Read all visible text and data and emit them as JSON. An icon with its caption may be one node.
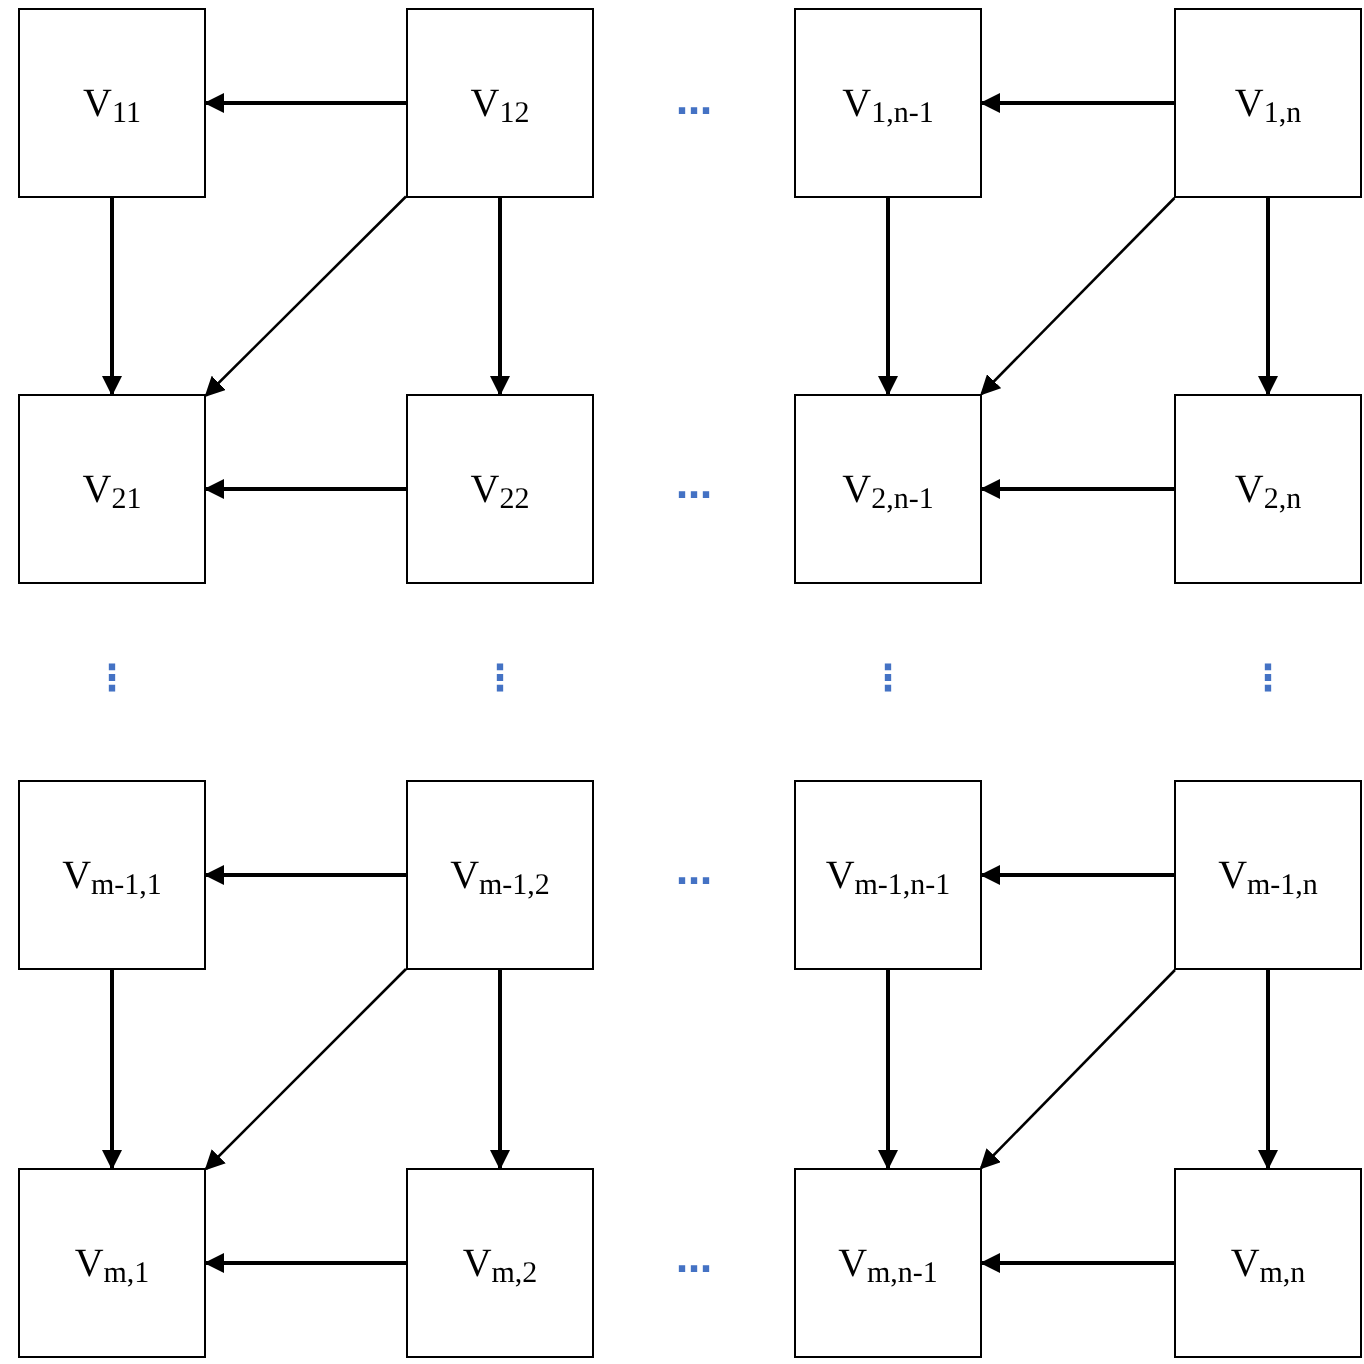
{
  "diagram": {
    "nodes": [
      {
        "text": [
          "V$_{11}$"
        ]
      },
      {
        "text": [
          "V$_{12}$"
        ]
      },
      {
        "text": [
          "V$_{1,n-1}$"
        ]
      },
      {
        "text": [
          "V$_{1,n}$"
        ]
      },
      {
        "text": [
          "V$_{21}$"
        ]
      },
      {
        "text": [
          "V$_{22}$"
        ]
      },
      {
        "text": [
          "V$_{2,n-1}$"
        ]
      },
      {
        "text": [
          "V$_{2,n}$"
        ]
      },
      {
        "text": [
          "V$_{m-1,1}$"
        ]
      },
      {
        "text": [
          "V$_{m-1,2}$"
        ]
      },
      {
        "text": [
          "V$_{m-1,n-1}$"
        ]
      },
      {
        "text": [
          "V$_{m-1,n}$"
        ]
      },
      {
        "text": [
          "V$_{m,1}$"
        ]
      },
      {
        "text": [
          "V$_{m,2}$"
        ]
      },
      {
        "text": [
          "V$_{m,n-1}$"
        ]
      },
      {
        "text": [
          "V$_{m,n}$"
        ]
      }
    ],
    "edges": [
      {
        "from": 1,
        "to": 0,
        "arrow": "to"
      },
      {
        "from": 0,
        "to": 4,
        "arrow": "to"
      },
      {
        "from": 1,
        "to": 4,
        "arrow": "to"
      },
      {
        "from": 1,
        "to": 5,
        "arrow": "to"
      },
      {
        "from": 5,
        "to": 4,
        "arrow": "to"
      },
      {
        "from": 3,
        "to": 2,
        "arrow": "to"
      },
      {
        "from": 2,
        "to": 6,
        "arrow": "to"
      },
      {
        "from": 3,
        "to": 6,
        "arrow": "to"
      },
      {
        "from": 3,
        "to": 7,
        "arrow": "to"
      },
      {
        "from": 7,
        "to": 6,
        "arrow": "to"
      },
      {
        "from": 9,
        "to": 8,
        "arrow": "to"
      },
      {
        "from": 8,
        "to": 12,
        "arrow": "to"
      },
      {
        "from": 9,
        "to": 12,
        "arrow": "to"
      },
      {
        "from": 9,
        "to": 13,
        "arrow": "to"
      },
      {
        "from": 13,
        "to": 12,
        "arrow": "to"
      },
      {
        "from": 11,
        "to": 10,
        "arrow": "to"
      },
      {
        "from": 10,
        "to": 14,
        "arrow": "to"
      },
      {
        "from": 11,
        "to": 14,
        "arrow": "to"
      },
      {
        "from": 11,
        "to": 15,
        "arrow": "to"
      },
      {
        "from": 15,
        "to": 14,
        "arrow": "to"
      }
    ],
    "labels": [
      "…",
      "…",
      "⋮",
      "⋮",
      "⋮",
      "⋮",
      "…",
      "…"
    ]
  }
}
